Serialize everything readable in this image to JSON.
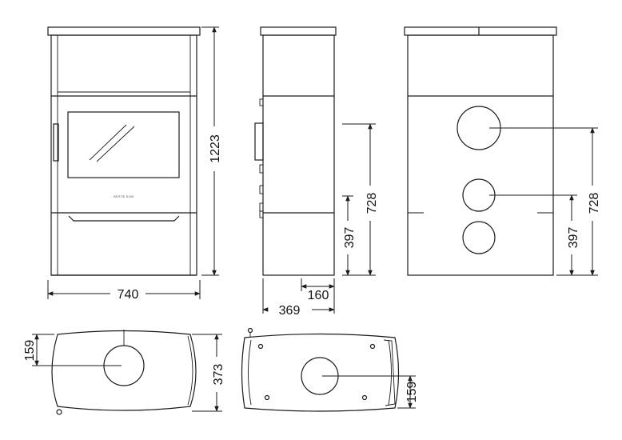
{
  "front_view": {
    "brand_text": "RESTE 5100",
    "width_label": "740",
    "height_label": "1223"
  },
  "side_view": {
    "depth_label": "369",
    "offset_label": "160",
    "outlet_height_label": "728",
    "inlet_height_label": "397"
  },
  "rear_view": {
    "outlet_height_label": "728",
    "inlet_height_label": "397"
  },
  "top_view": {
    "offset_label": "159",
    "depth_label": "373"
  },
  "bottom_view": {
    "offset_label": "159"
  }
}
